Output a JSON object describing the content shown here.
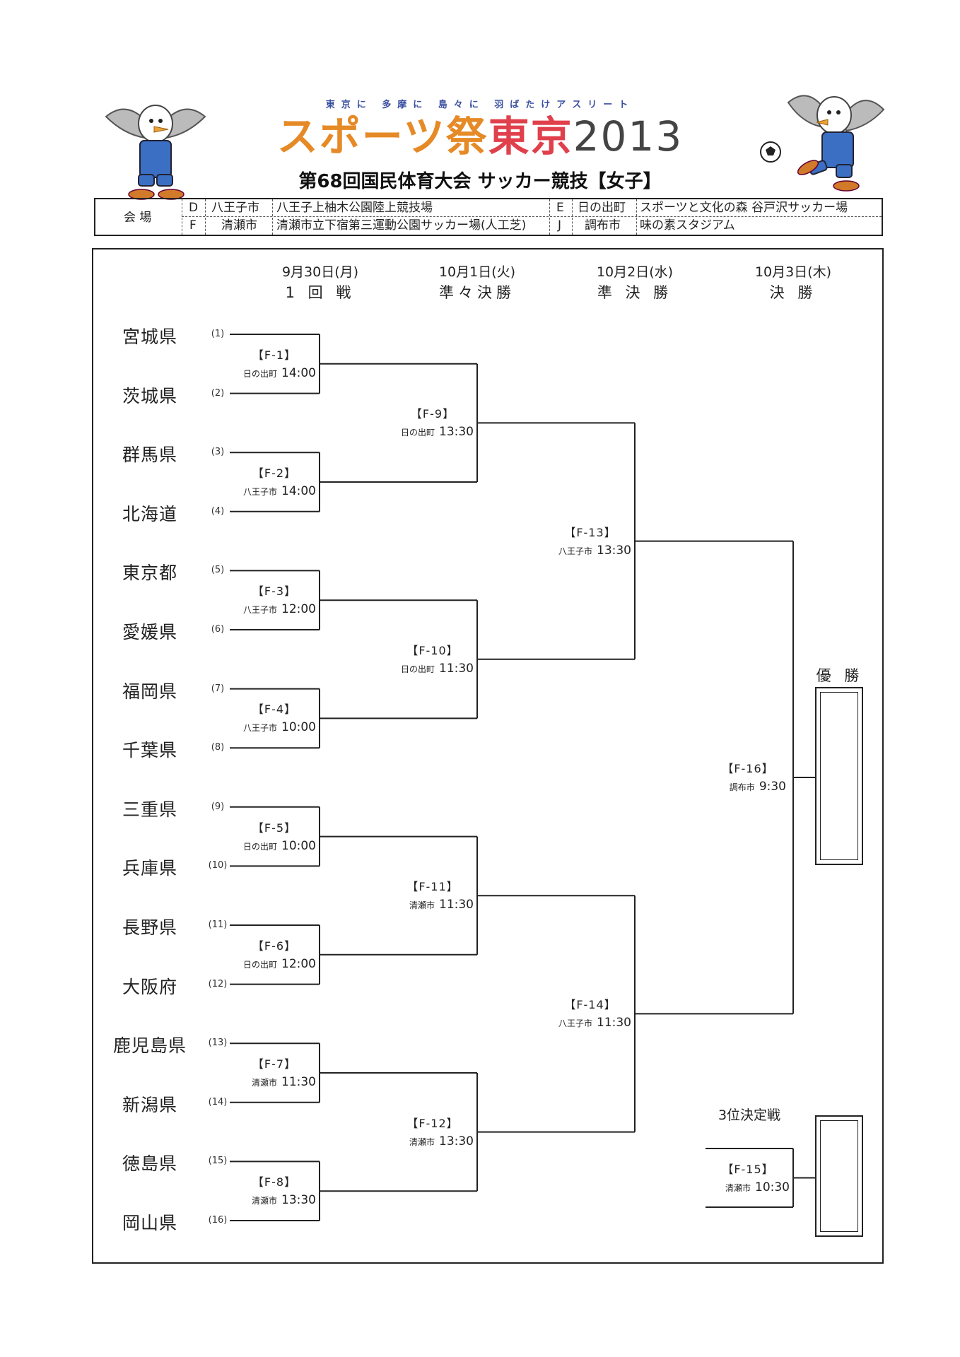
{
  "header": {
    "slogan": "東京に 多摩に 島々に 羽ばたけアスリート",
    "logo_part1": "スポーツ祭",
    "logo_part2": "東京",
    "logo_part3": "2013",
    "subtitle": "第68回国民体育大会 サッカー競技【女子】"
  },
  "venues": {
    "label": "会 場",
    "rows": [
      {
        "code": "D",
        "city": "八王子市",
        "name": "八王子上柚木公園陸上競技場"
      },
      {
        "code": "F",
        "city": "清瀬市",
        "name": "清瀬市立下宿第三運動公園サッカー場(人工芝)"
      },
      {
        "code": "E",
        "city": "日の出町",
        "name": "スポーツと文化の森 谷戸沢サッカー場"
      },
      {
        "code": "J",
        "city": "調布市",
        "name": "味の素スタジアム"
      }
    ]
  },
  "rounds": [
    {
      "date": "9月30日(月)",
      "name": "1 回 戦"
    },
    {
      "date": "10月1日(火)",
      "name": "準々決勝"
    },
    {
      "date": "10月2日(水)",
      "name": "準 決 勝"
    },
    {
      "date": "10月3日(木)",
      "name": "決 勝"
    }
  ],
  "teams": [
    {
      "name": "宮城県",
      "seed": "(1)"
    },
    {
      "name": "茨城県",
      "seed": "(2)"
    },
    {
      "name": "群馬県",
      "seed": "(3)"
    },
    {
      "name": "北海道",
      "seed": "(4)"
    },
    {
      "name": "東京都",
      "seed": "(5)"
    },
    {
      "name": "愛媛県",
      "seed": "(6)"
    },
    {
      "name": "福岡県",
      "seed": "(7)"
    },
    {
      "name": "千葉県",
      "seed": "(8)"
    },
    {
      "name": "三重県",
      "seed": "(9)"
    },
    {
      "name": "兵庫県",
      "seed": "(10)"
    },
    {
      "name": "長野県",
      "seed": "(11)"
    },
    {
      "name": "大阪府",
      "seed": "(12)"
    },
    {
      "name": "鹿児島県",
      "seed": "(13)"
    },
    {
      "name": "新潟県",
      "seed": "(14)"
    },
    {
      "name": "徳島県",
      "seed": "(15)"
    },
    {
      "name": "岡山県",
      "seed": "(16)"
    }
  ],
  "matches": [
    {
      "code": "【F-1】",
      "venue": "日の出町",
      "time": "14:00"
    },
    {
      "code": "【F-2】",
      "venue": "八王子市",
      "time": "14:00"
    },
    {
      "code": "【F-3】",
      "venue": "八王子市",
      "time": "12:00"
    },
    {
      "code": "【F-4】",
      "venue": "八王子市",
      "time": "10:00"
    },
    {
      "code": "【F-5】",
      "venue": "日の出町",
      "time": "10:00"
    },
    {
      "code": "【F-6】",
      "venue": "日の出町",
      "time": "12:00"
    },
    {
      "code": "【F-7】",
      "venue": "清瀬市",
      "time": "11:30"
    },
    {
      "code": "【F-8】",
      "venue": "清瀬市",
      "time": "13:30"
    },
    {
      "code": "【F-9】",
      "venue": "日の出町",
      "time": "13:30"
    },
    {
      "code": "【F-10】",
      "venue": "日の出町",
      "time": "11:30"
    },
    {
      "code": "【F-11】",
      "venue": "清瀬市",
      "time": "11:30"
    },
    {
      "code": "【F-12】",
      "venue": "清瀬市",
      "time": "13:30"
    },
    {
      "code": "【F-13】",
      "venue": "八王子市",
      "time": "13:30"
    },
    {
      "code": "【F-14】",
      "venue": "八王子市",
      "time": "11:30"
    },
    {
      "code": "【F-15】",
      "venue": "清瀬市",
      "time": "10:30"
    },
    {
      "code": "【F-16】",
      "venue": "調布市",
      "time": "9:30"
    }
  ],
  "labels": {
    "winner": "優 勝",
    "third_place": "3位決定戦"
  }
}
